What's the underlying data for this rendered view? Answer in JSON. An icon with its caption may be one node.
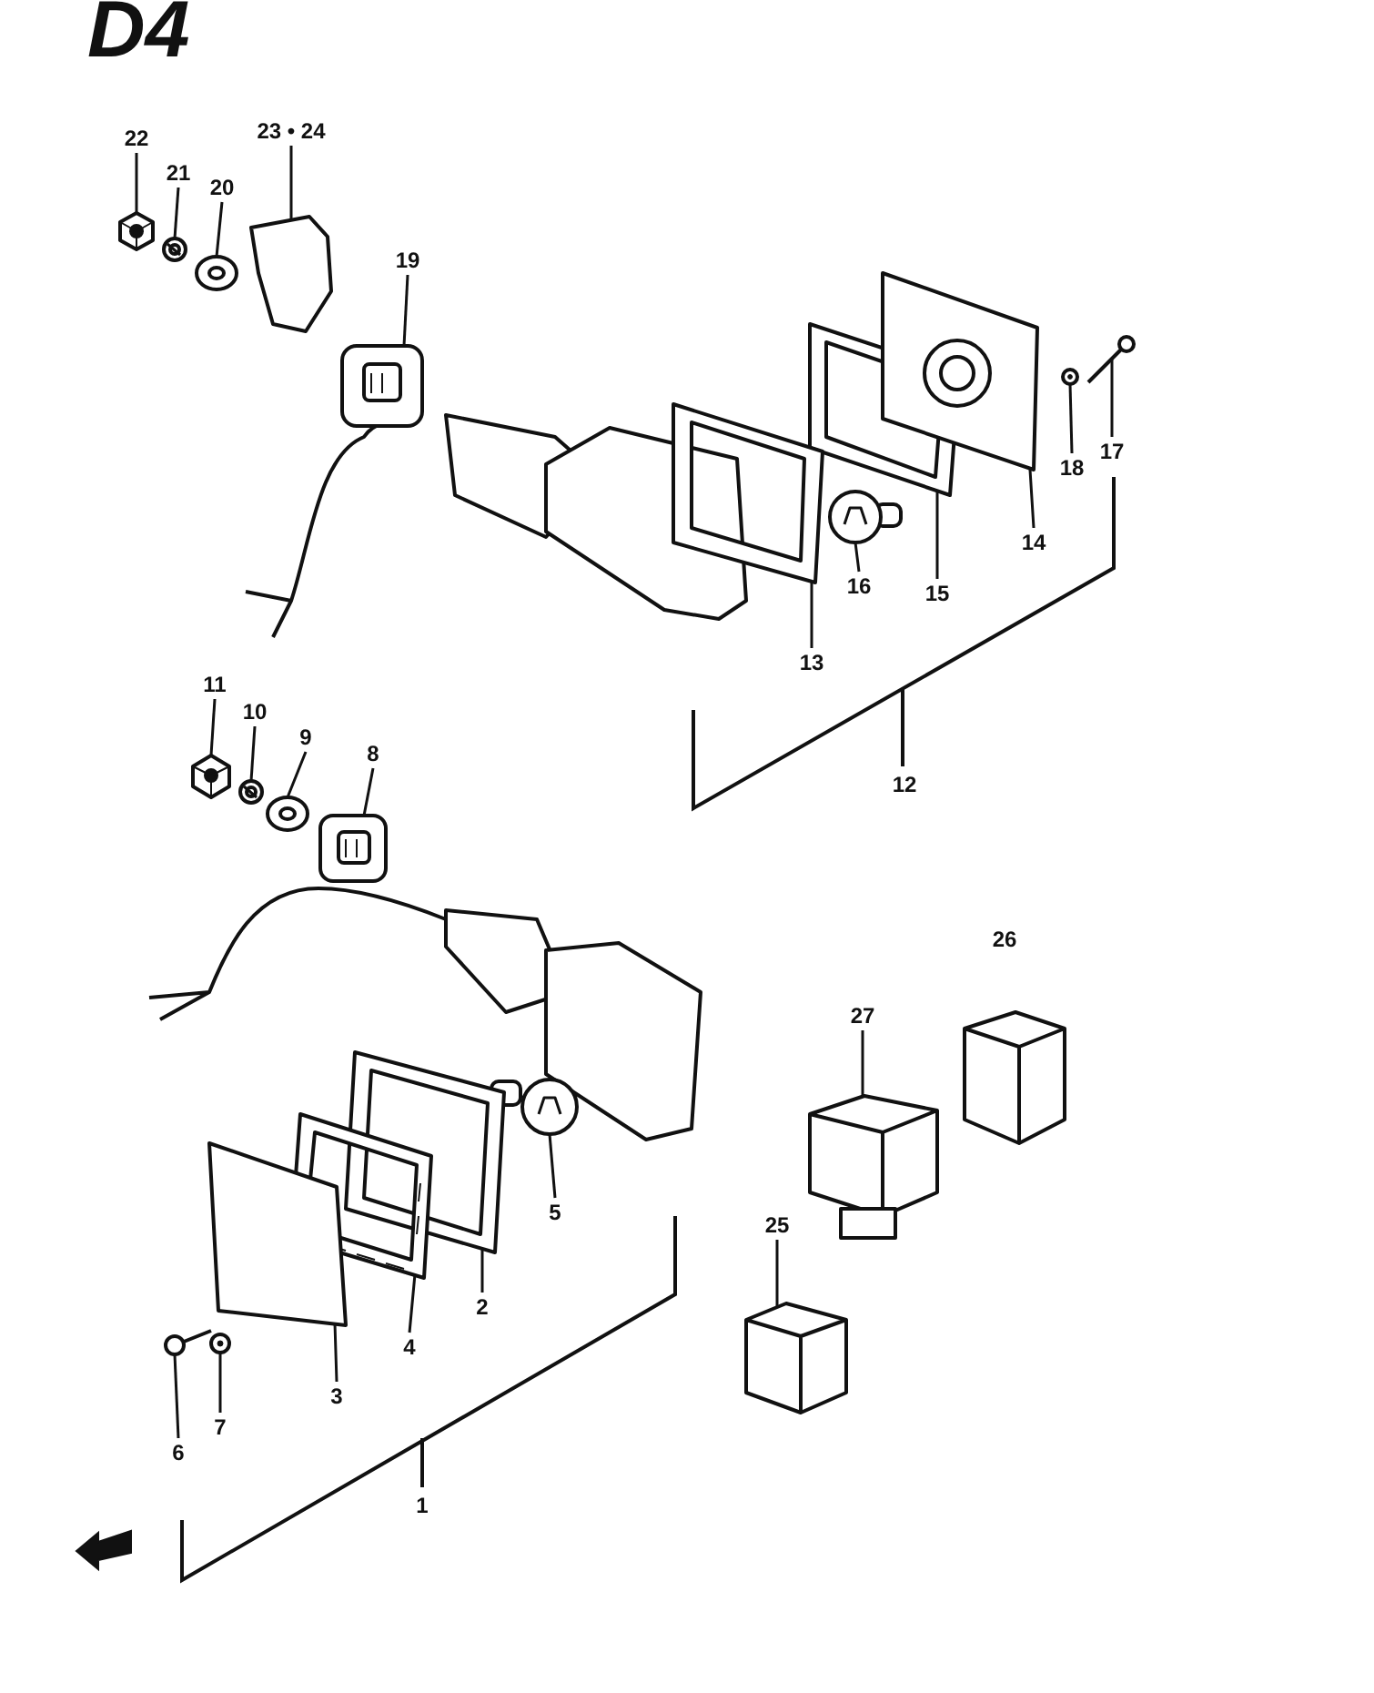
{
  "diagram": {
    "nodes": [
      {
        "text": [
          "22"
        ]
      },
      {
        "text": [
          "21"
        ]
      },
      {
        "text": [
          "20"
        ]
      },
      {
        "text": [
          "23 • 24"
        ]
      },
      {
        "text": [
          "19"
        ]
      },
      {
        "text": [
          "18"
        ]
      },
      {
        "text": [
          "17"
        ]
      },
      {
        "text": [
          "16"
        ]
      },
      {
        "text": [
          "15"
        ]
      },
      {
        "text": [
          "14"
        ]
      },
      {
        "text": [
          "13"
        ]
      },
      {
        "text": [
          "11"
        ]
      },
      {
        "text": [
          "10"
        ]
      },
      {
        "text": [
          "9"
        ]
      },
      {
        "text": [
          "8"
        ]
      },
      {
        "text": [
          "27"
        ]
      },
      {
        "text": [
          "5"
        ]
      },
      {
        "text": [
          "25"
        ]
      },
      {
        "text": [
          "2"
        ]
      },
      {
        "text": [
          "4"
        ]
      },
      {
        "text": [
          "3"
        ]
      },
      {
        "text": [
          "7"
        ]
      },
      {
        "text": [
          "6"
        ]
      },
      {
        "text": [],
        "shape": "picture"
      },
      {
        "text": [],
        "shape": "picture"
      },
      {
        "text": [],
        "shape": "picture"
      },
      {
        "text": [],
        "shape": "picture"
      },
      {
        "text": [],
        "shape": "picture"
      },
      {
        "text": [],
        "shape": "picture"
      },
      {
        "text": [],
        "shape": "picture"
      },
      {
        "text": [],
        "shape": "picture"
      },
      {
        "text": [],
        "shape": "picture"
      },
      {
        "text": [],
        "shape": "picture"
      },
      {
        "text": [],
        "shape": "picture"
      },
      {
        "text": [],
        "shape": "picture"
      },
      {
        "text": [],
        "shape": "picture"
      },
      {
        "text": [],
        "shape": "picture"
      },
      {
        "text": [],
        "shape": "picture"
      },
      {
        "text": [],
        "shape": "picture"
      },
      {
        "text": [],
        "shape": "picture"
      },
      {
        "text": [],
        "shape": "picture"
      },
      {
        "text": [],
        "shape": "picture"
      },
      {
        "text": [],
        "shape": "picture"
      },
      {
        "text": [],
        "shape": "picture"
      },
      {
        "text": [],
        "shape": "picture"
      },
      {
        "text": [],
        "shape": "picture"
      }
    ],
    "edges": [
      {
        "from": 0,
        "to": 23,
        "arrow": "none"
      },
      {
        "from": 1,
        "to": 24,
        "arrow": "none"
      },
      {
        "from": 2,
        "to": 25,
        "arrow": "none"
      },
      {
        "from": 3,
        "to": 26,
        "arrow": "none"
      },
      {
        "from": 4,
        "to": 27,
        "arrow": "none"
      },
      {
        "from": 5,
        "to": 28,
        "arrow": "none"
      },
      {
        "from": 6,
        "to": 29,
        "arrow": "none"
      },
      {
        "from": 7,
        "to": 30,
        "arrow": "none"
      },
      {
        "from": 8,
        "to": 31,
        "arrow": "none"
      },
      {
        "from": 9,
        "to": 32,
        "arrow": "none"
      },
      {
        "from": 10,
        "to": 33,
        "arrow": "none"
      },
      {
        "from": 11,
        "to": 34,
        "arrow": "none"
      },
      {
        "from": 12,
        "to": 35,
        "arrow": "none"
      },
      {
        "from": 13,
        "to": 36,
        "arrow": "none"
      },
      {
        "from": 14,
        "to": 37,
        "arrow": "none"
      },
      {
        "from": 15,
        "to": 38,
        "arrow": "none"
      },
      {
        "from": 16,
        "to": 39,
        "arrow": "none"
      },
      {
        "from": 17,
        "to": 40,
        "arrow": "none"
      },
      {
        "from": 18,
        "to": 41,
        "arrow": "none"
      },
      {
        "from": 19,
        "to": 42,
        "arrow": "none"
      },
      {
        "from": 20,
        "to": 43,
        "arrow": "none"
      },
      {
        "from": 21,
        "to": 44,
        "arrow": "none"
      },
      {
        "from": 22,
        "to": 45,
        "arrow": "none"
      }
    ],
    "labels": [
      "D4",
      "12",
      "26",
      "1"
    ]
  }
}
